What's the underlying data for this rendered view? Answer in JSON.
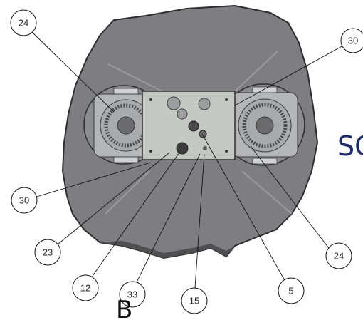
{
  "view_letter": "B",
  "side_label": "SC",
  "callouts": [
    "24",
    "30",
    "30",
    "24",
    "23",
    "12",
    "33",
    "15",
    "5"
  ],
  "colors": {
    "body_fill": "#7e7e82",
    "body_stroke": "#2e2e30",
    "plate_fill": "#c3c8c3",
    "fan_fill": "#8c8c90",
    "fan_dark": "#4a4a4d",
    "side_label": "#1f2a6e"
  }
}
